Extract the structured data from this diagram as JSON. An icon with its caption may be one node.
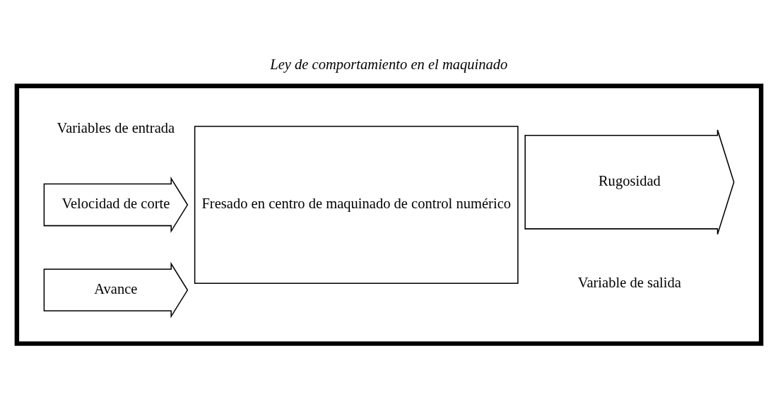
{
  "diagram": {
    "title": "Ley de comportamiento en el maquinado",
    "nodes": [
      {
        "text": [],
        "shape": "box"
      },
      {
        "text": [
          "Velocidad de corte"
        ],
        "in": 0
      },
      {
        "text": [
          "Avance"
        ],
        "in": 0
      },
      {
        "text": [
          "Fresado en centro de maquinado de control numérico"
        ],
        "in": 0
      },
      {
        "text": [
          "Rugosidad"
        ],
        "in": 0
      }
    ],
    "labels": [
      "Variables de entrada",
      "Variable de salida"
    ]
  }
}
